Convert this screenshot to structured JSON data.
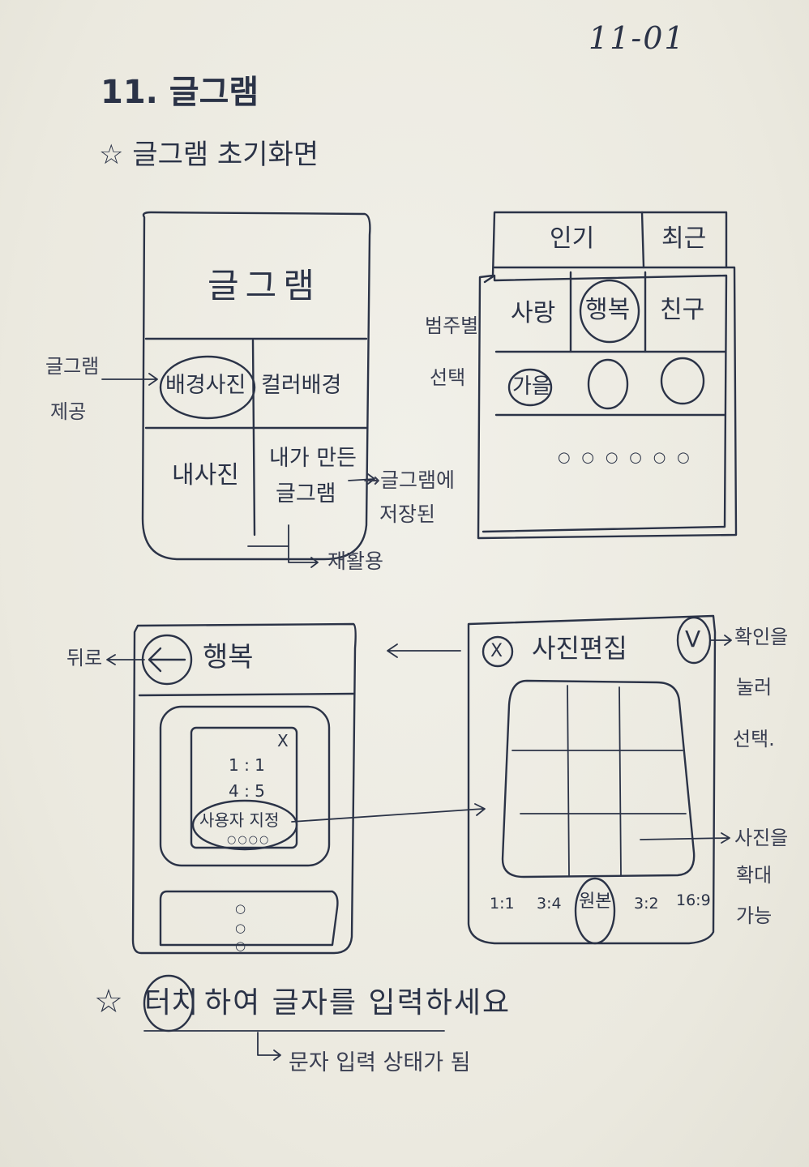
{
  "page_number": "11-01",
  "section_title": "11. 글그램",
  "subtitle": "☆ 글그램 초기화면",
  "screen_home": {
    "title": "글그램",
    "cells": [
      "배경사진",
      "컬러배경",
      "내사진",
      "내가 만든",
      "글그램"
    ]
  },
  "home_notes": {
    "left": [
      "글그램",
      "제공"
    ],
    "right": [
      "→글그램에",
      "저장된"
    ],
    "bottom": "재활용"
  },
  "screen_category": {
    "tabs": [
      "인기",
      "최근"
    ],
    "chips": [
      "사랑",
      "행복",
      "친구",
      "가을"
    ],
    "more": "○ ○ ○ ○ ○ ○"
  },
  "category_note": [
    "범주별",
    "선택"
  ],
  "screen_editor": {
    "back_label": "행복",
    "x_mark": "X",
    "ratios": [
      "1 : 1",
      "4 : 5",
      "사용자 지정"
    ],
    "ratio_dots": "○○○○",
    "more_dots": [
      "○",
      "○",
      "○"
    ]
  },
  "back_note": "뒤로",
  "screen_photo_edit": {
    "close_mark": "X",
    "title": "사진편집",
    "confirm_mark": "V",
    "ratios": [
      "1:1",
      "3:4",
      "원본",
      "3:2",
      "16:9"
    ]
  },
  "photo_notes": {
    "confirm": [
      "확인을",
      "눌러",
      "선택."
    ],
    "zoom": [
      "사진을",
      "확대",
      "가능"
    ]
  },
  "footer": {
    "star": "☆",
    "touch": "터치",
    "text": "하여 글자를 입력하세요",
    "note": "문자 입력 상태가 됨"
  }
}
